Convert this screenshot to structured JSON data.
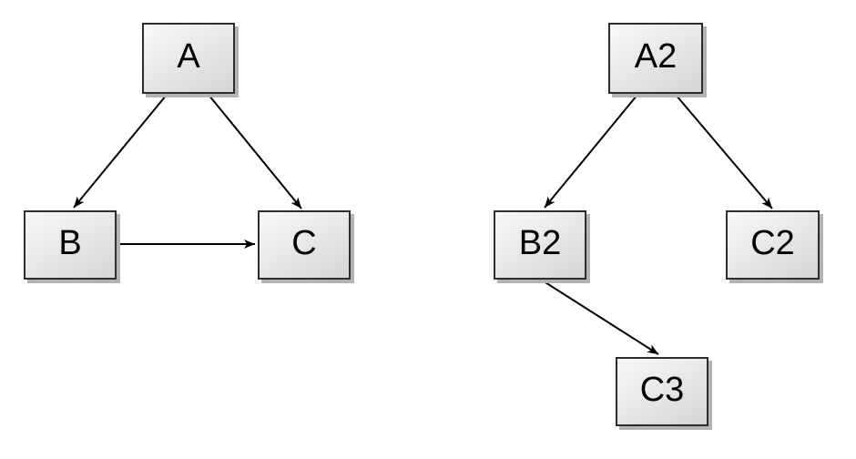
{
  "styles": {
    "node_fill_top": "#f9f9f9",
    "node_fill_bottom": "#d5d5d5",
    "node_border": "#2d2d2d",
    "node_shadow": "#b3b3b3",
    "edge_color": "#000000",
    "text_color": "#000000",
    "background": "#ffffff"
  },
  "diagrams": [
    {
      "id": "left-graph",
      "nodes": [
        {
          "id": "A",
          "label": "A"
        },
        {
          "id": "B",
          "label": "B"
        },
        {
          "id": "C",
          "label": "C"
        }
      ],
      "edges": [
        {
          "from": "A",
          "to": "B",
          "arrow": "to"
        },
        {
          "from": "A",
          "to": "C",
          "arrow": "to"
        },
        {
          "from": "B",
          "to": "C",
          "arrow": "to"
        }
      ]
    },
    {
      "id": "right-graph",
      "nodes": [
        {
          "id": "A2",
          "label": "A2"
        },
        {
          "id": "B2",
          "label": "B2"
        },
        {
          "id": "C2",
          "label": "C2"
        },
        {
          "id": "C3",
          "label": "C3"
        }
      ],
      "edges": [
        {
          "from": "A2",
          "to": "B2",
          "arrow": "to"
        },
        {
          "from": "A2",
          "to": "C2",
          "arrow": "to"
        },
        {
          "from": "B2",
          "to": "C3",
          "arrow": "to"
        }
      ]
    }
  ]
}
